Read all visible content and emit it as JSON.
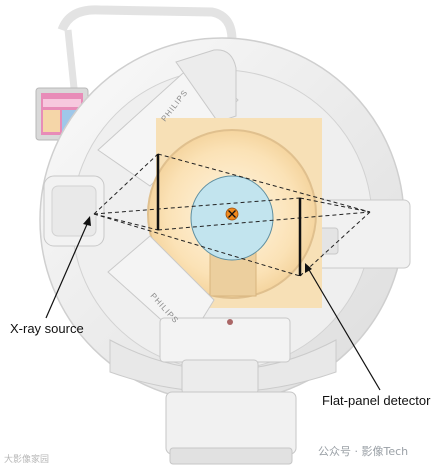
{
  "labels": {
    "source": "X-ray source",
    "detector": "Flat-panel detector"
  },
  "brand_text": {
    "upper": "PHILIPS",
    "lower": "PHILIPS"
  },
  "watermarks": {
    "bottom_right": "公众号 · 影像Tech",
    "bottom_left": "大影像家园"
  },
  "colors": {
    "gantry": "#f3f3f3",
    "bore_glow": "#fbe6c0",
    "object": "#bfe4ee",
    "isocenter": "#f08a1e"
  }
}
